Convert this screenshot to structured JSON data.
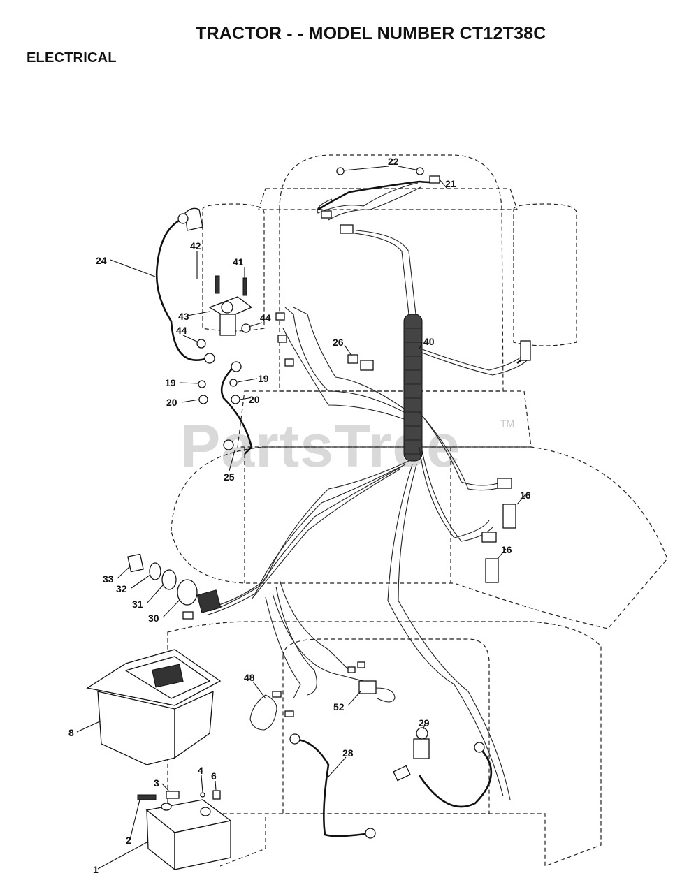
{
  "header": {
    "title": "TRACTOR - - MODEL NUMBER CT12T38C",
    "subtitle": "ELECTRICAL"
  },
  "watermark": {
    "text": "PartsTree",
    "tm": "TM"
  },
  "callouts": {
    "c1": "1",
    "c2": "2",
    "c3": "3",
    "c4": "4",
    "c6": "6",
    "c8": "8",
    "c16a": "16",
    "c16b": "16",
    "c19a": "19",
    "c19b": "19",
    "c20a": "20",
    "c20b": "20",
    "c21": "21",
    "c22": "22",
    "c24": "24",
    "c25": "25",
    "c26": "26",
    "c28": "28",
    "c29": "29",
    "c30": "30",
    "c31": "31",
    "c32": "32",
    "c33": "33",
    "c40": "40",
    "c41": "41",
    "c42": "42",
    "c43": "43",
    "c44a": "44",
    "c44b": "44",
    "c48": "48",
    "c52": "52"
  },
  "colors": {
    "ink": "#111111",
    "watermark": "#d9d9d9",
    "background": "#ffffff"
  }
}
